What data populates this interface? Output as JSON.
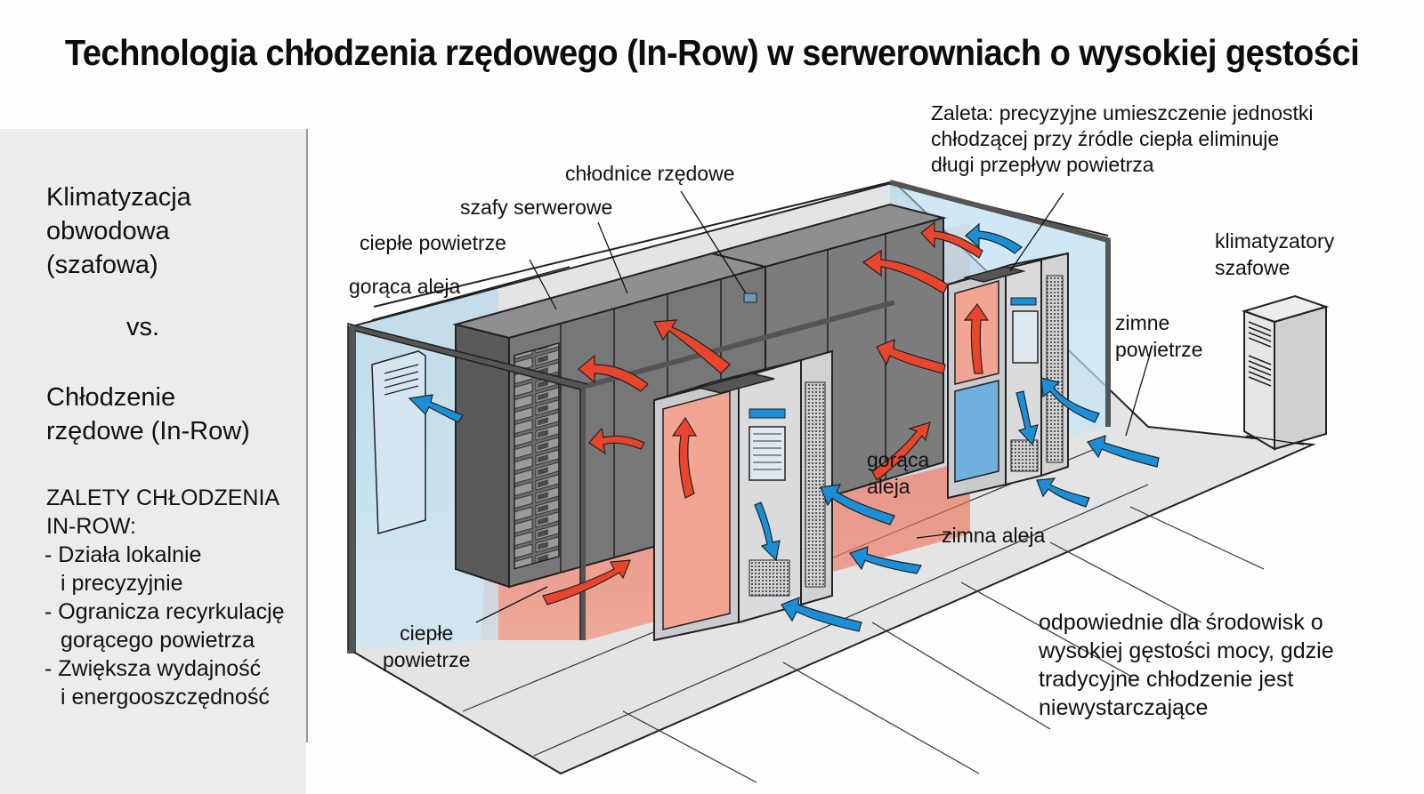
{
  "title": "Technologia chłodzenia rzędowego (In-Row) w serwerowniach o wysokiej gęstości",
  "side_panel": {
    "option_a": "Klimatyzacja\nobwodowa\n(szafowa)",
    "versus": "vs.",
    "option_b": "Chłodzenie\nrzędowe (In-Row)",
    "advantages_title": "ZALETY CHŁODZENIA\nIN-ROW:",
    "advantages": [
      "- Działa lokalnie\ni precyzyjnie",
      "- Ogranicza recyrkulację\ngorącego powietrza",
      "- Zwiększa wydajność\ni energooszczędność"
    ]
  },
  "diagram": {
    "labels": {
      "row_coolers": "chłodnice rzędowe",
      "server_racks": "szafy serwerowe",
      "warm_air_top": "ciepłe powietrze",
      "hot_aisle_top": "gorąca aleja",
      "warm_air_bottom": "ciepłe\npowietrze",
      "hot_aisle_center": "gorąca\naleja",
      "cold_aisle": "zimna aleja",
      "cold_air": "zimne\npowietrze",
      "cabinet_acs": "klimatyzatory\nszafowe"
    },
    "callout_advantage": "Zaleta: precyzyjne umieszczenie jednostki\nchłodzącej przy źródle ciepła eliminuje\ndługi przepływ powietrza",
    "callout_suitability": "odpowiednie dla środowisk o\nwysokiej gęstości mocy, gdzie\ntradycyjne chłodzenie jest\nniewystarczające",
    "icons": [
      "hot-airflow-arrow-icon",
      "cold-airflow-arrow-icon",
      "server-rack-icon",
      "in-row-cooler-icon",
      "cabinet-ac-unit-icon"
    ]
  },
  "colors": {
    "hot_air": "#e8452c",
    "hot_zone": "#f29b88",
    "cold_air": "#1a8fd8",
    "cold_zone": "#bfe0f2",
    "rack_dark": "#5e5e5e",
    "rack_mid": "#8a8a8a",
    "cooler_body": "#d4d6d8",
    "floor": "#e2e3e4",
    "panel_bg": "#ececec"
  }
}
